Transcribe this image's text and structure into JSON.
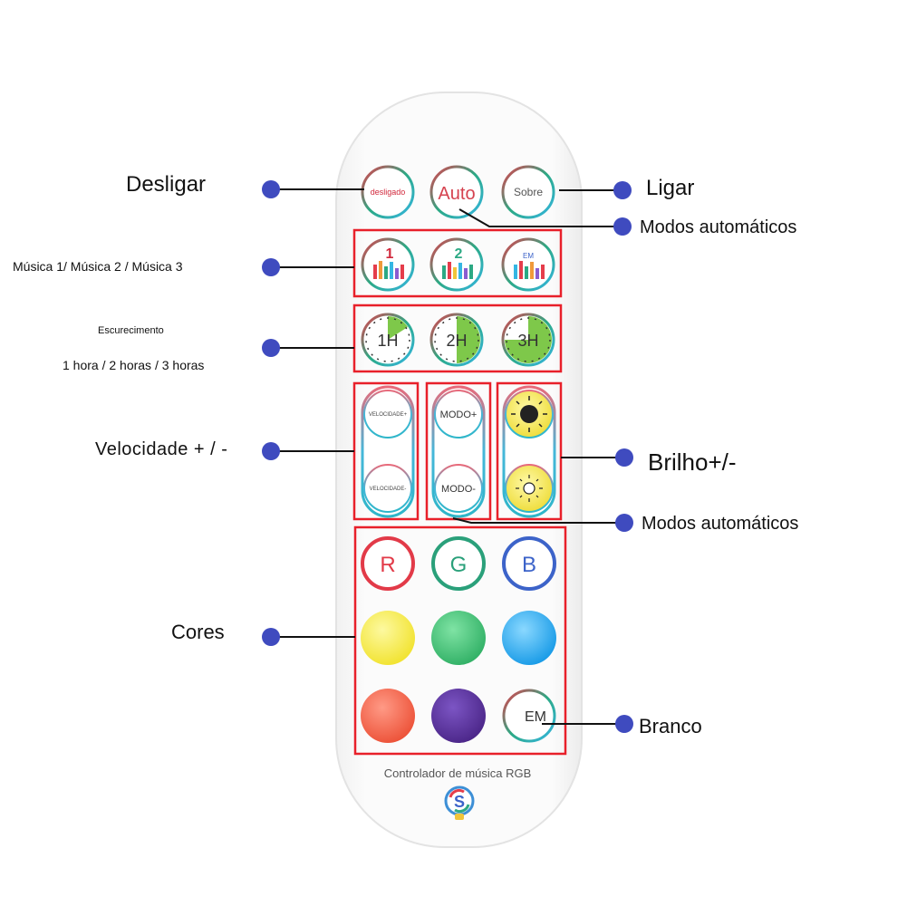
{
  "labels": {
    "desligar": "Desligar",
    "ligar": "Ligar",
    "modos_automaticos_top": "Modos automáticos",
    "musica": "Música 1/ Música 2 / Música 3",
    "escurecimento": "Escurecimento",
    "horas": "1 hora / 2 horas / 3 horas",
    "velocidade": "Velocidade + / -",
    "brilho": "Brilho+/-",
    "modos_automaticos_bottom": "Modos automáticos",
    "cores": "Cores",
    "branco": "Branco"
  },
  "remote": {
    "brand_text": "Controlador de música RGB",
    "row1": {
      "off": "desligado",
      "auto": "Auto",
      "on": "Sobre"
    },
    "music": [
      "1",
      "2",
      "EM"
    ],
    "timers": [
      "1H",
      "2H",
      "3H"
    ],
    "speed": {
      "plus": "VELOCIDADE+",
      "minus": "VELOCIDADE-"
    },
    "mode": {
      "plus": "MODO+",
      "minus": "MODO-"
    },
    "rgb": [
      "R",
      "G",
      "B"
    ],
    "white": "EM"
  },
  "colors": {
    "callout_dot": "#3f4bbf",
    "highlight_box": "#e8202a",
    "red": "#e23a48",
    "green": "#2aa07a",
    "blue": "#3c63c9",
    "yellow": "#f3e63a",
    "grass": "#4cc676",
    "sky": "#27aef0",
    "salmon": "#f0624d",
    "purple": "#5b2f9e"
  }
}
